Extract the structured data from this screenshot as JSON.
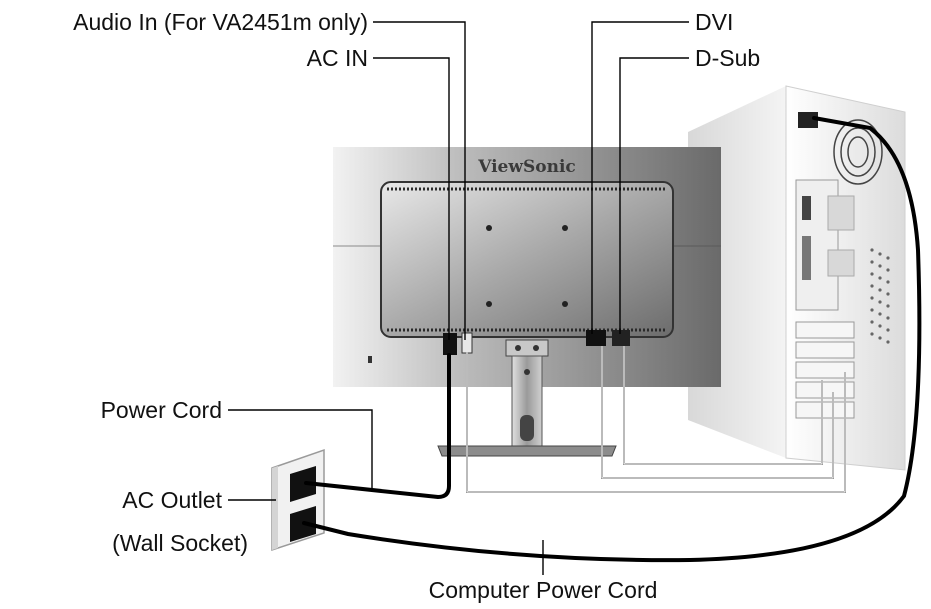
{
  "labels": {
    "audio_in": "Audio In (For VA2451m only)",
    "ac_in": "AC IN",
    "dvi": "DVI",
    "d_sub": "D-Sub",
    "power_cord": "Power Cord",
    "ac_outlet": "AC Outlet",
    "wall_socket": "(Wall Socket)",
    "computer_power_cord": "Computer Power Cord"
  },
  "monitor": {
    "brand": "ViewSonic"
  },
  "colors": {
    "cord": "#000000",
    "signal_cable": "#777777",
    "monitor_body": "#6e6e6e",
    "pc_case": "#e0e0e0"
  }
}
